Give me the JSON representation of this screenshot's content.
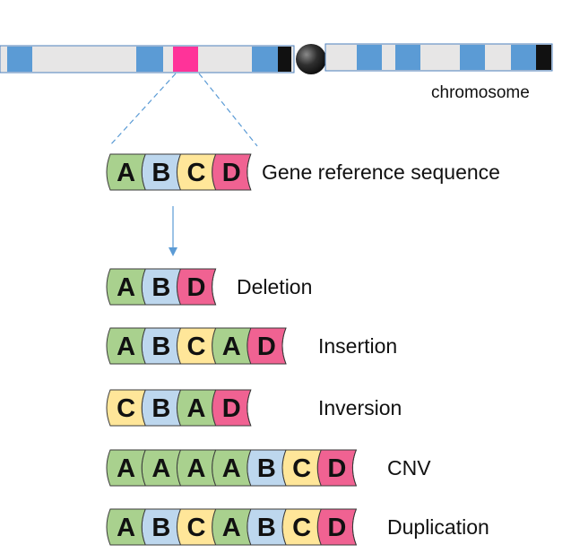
{
  "chromosome_label": "chromosome",
  "colors": {
    "A": "#a9d18e",
    "B": "#bdd7ee",
    "C": "#ffe699",
    "D": "#f06292",
    "chromosome_band": "#5b9bd5",
    "chromosome_body": "#e7e6e6",
    "highlight_band": "#ff3399",
    "guide_line": "#5b9bd5"
  },
  "rows": [
    {
      "id": "reference",
      "label": "Gene reference sequence",
      "sequence": [
        "A",
        "B",
        "C",
        "D"
      ]
    },
    {
      "id": "deletion",
      "label": "Deletion",
      "sequence": [
        "A",
        "B",
        "D"
      ]
    },
    {
      "id": "insertion",
      "label": "Insertion",
      "sequence": [
        "A",
        "B",
        "C",
        "A",
        "D"
      ]
    },
    {
      "id": "inversion",
      "label": "Inversion",
      "sequence": [
        "C",
        "B",
        "A",
        "D"
      ]
    },
    {
      "id": "cnv",
      "label": "CNV",
      "sequence": [
        "A",
        "A",
        "A",
        "A",
        "B",
        "C",
        "D"
      ]
    },
    {
      "id": "duplication",
      "label": "Duplication",
      "sequence": [
        "A",
        "B",
        "C",
        "A",
        "B",
        "C",
        "D"
      ]
    }
  ]
}
